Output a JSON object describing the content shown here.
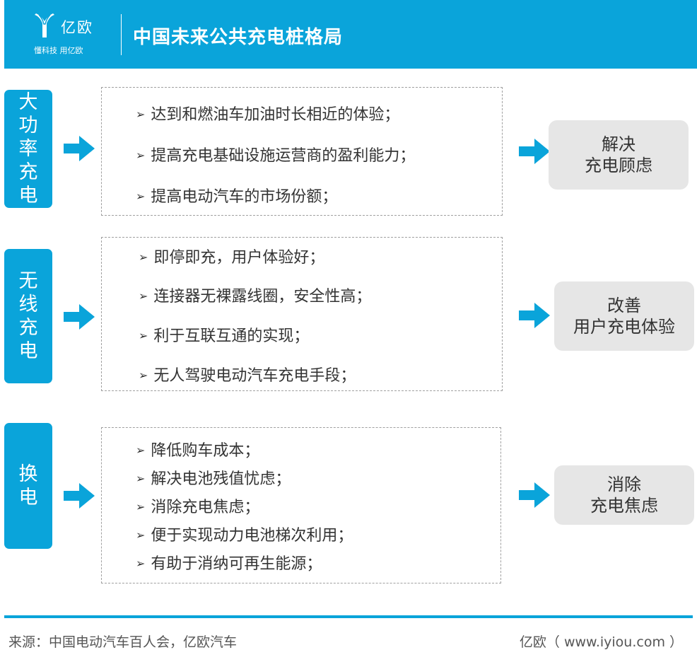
{
  "header": {
    "logo_name": "亿欧",
    "logo_slogan": "懂科技 用亿欧",
    "title": "中国未来公共充电桩格局"
  },
  "colors": {
    "accent": "#0aa4da",
    "result_bg": "#e6e6e6",
    "text": "#333333"
  },
  "icons": {
    "bullet": "arrow-bullet-icon",
    "arrow": "right-arrow-icon",
    "logo": "yiou-logo-icon"
  },
  "rows": [
    {
      "label": "大功率充电",
      "points": [
        "达到和燃油车加油时长相近的体验；",
        "提高充电基础设施运营商的盈利能力；",
        "提高电动汽车的市场份额；"
      ],
      "result": [
        "解决",
        "充电顾虑"
      ]
    },
    {
      "label": "无线充电",
      "points": [
        "即停即充，用户体验好；",
        "连接器无裸露线圈，安全性高；",
        "利于互联互通的实现；",
        "无人驾驶电动汽车充电手段；"
      ],
      "result": [
        "改善",
        "用户充电体验"
      ]
    },
    {
      "label": "换电",
      "points": [
        "降低购车成本；",
        "解决电池残值忧虑；",
        "消除充电焦虑；",
        "便于实现动力电池梯次利用；",
        "有助于消纳可再生能源；"
      ],
      "result": [
        "消除",
        "充电焦虑"
      ]
    }
  ],
  "footer": {
    "source": "来源：中国电动汽车百人会，亿欧汽车",
    "brand": "亿欧（ www.iyiou.com ）"
  }
}
